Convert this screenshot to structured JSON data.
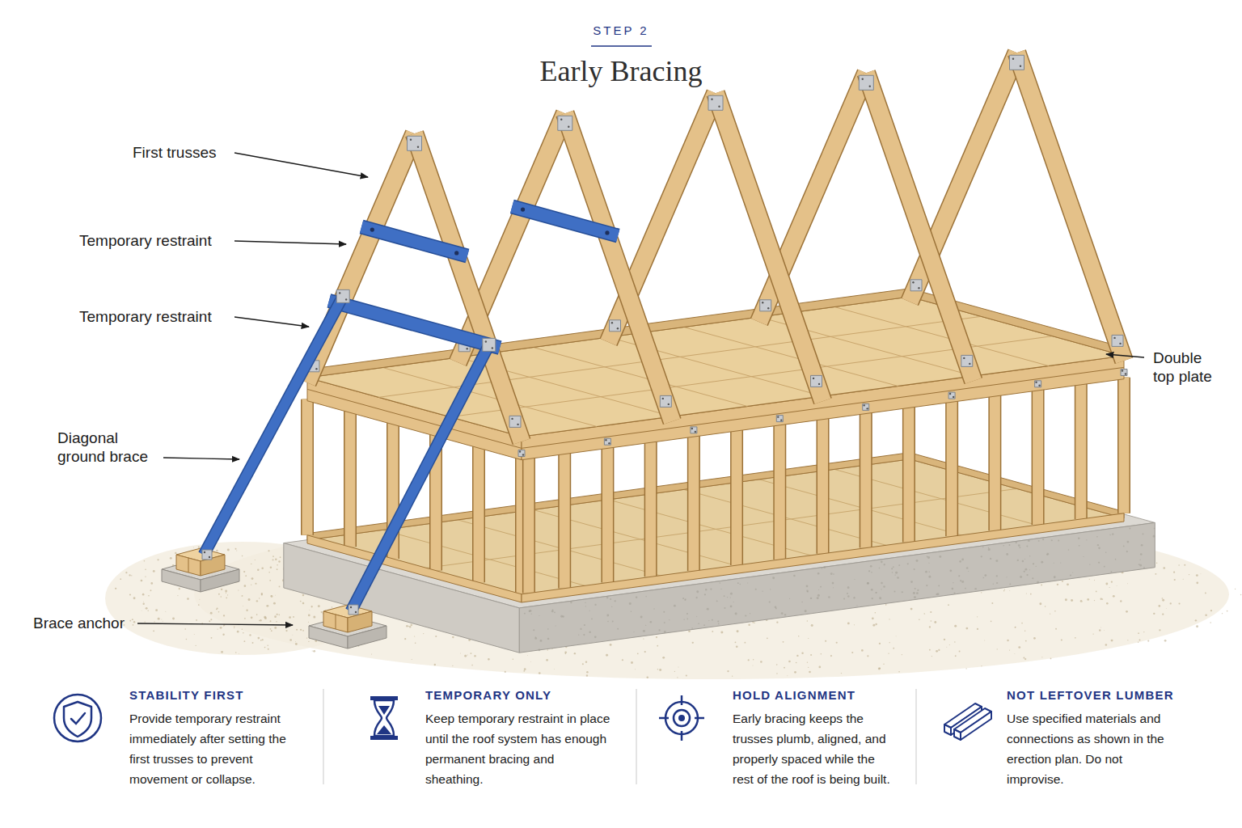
{
  "diagram": {
    "title": "Early Bracing",
    "labels": [
      "STEP 2",
      "First trusses",
      "Temporary restraint",
      "Temporary restraint",
      "Diagonal ground brace",
      "Brace anchor",
      "Double top plate",
      "STABILITY FIRST",
      "Provide temporary restraint immediately after setting the first trusses to prevent movement or collapse.",
      "TEMPORARY ONLY",
      "Keep temporary restraint in place until the roof system has enough permanent bracing and sheathing.",
      "HOLD ALIGNMENT",
      "Early bracing keeps the trusses plumb, aligned, and properly spaced while the rest of the roof is being built.",
      "NOT LEFTOVER LUMBER",
      "Use specified materials and connections as shown in the erection plan. Do not improvise."
    ]
  }
}
